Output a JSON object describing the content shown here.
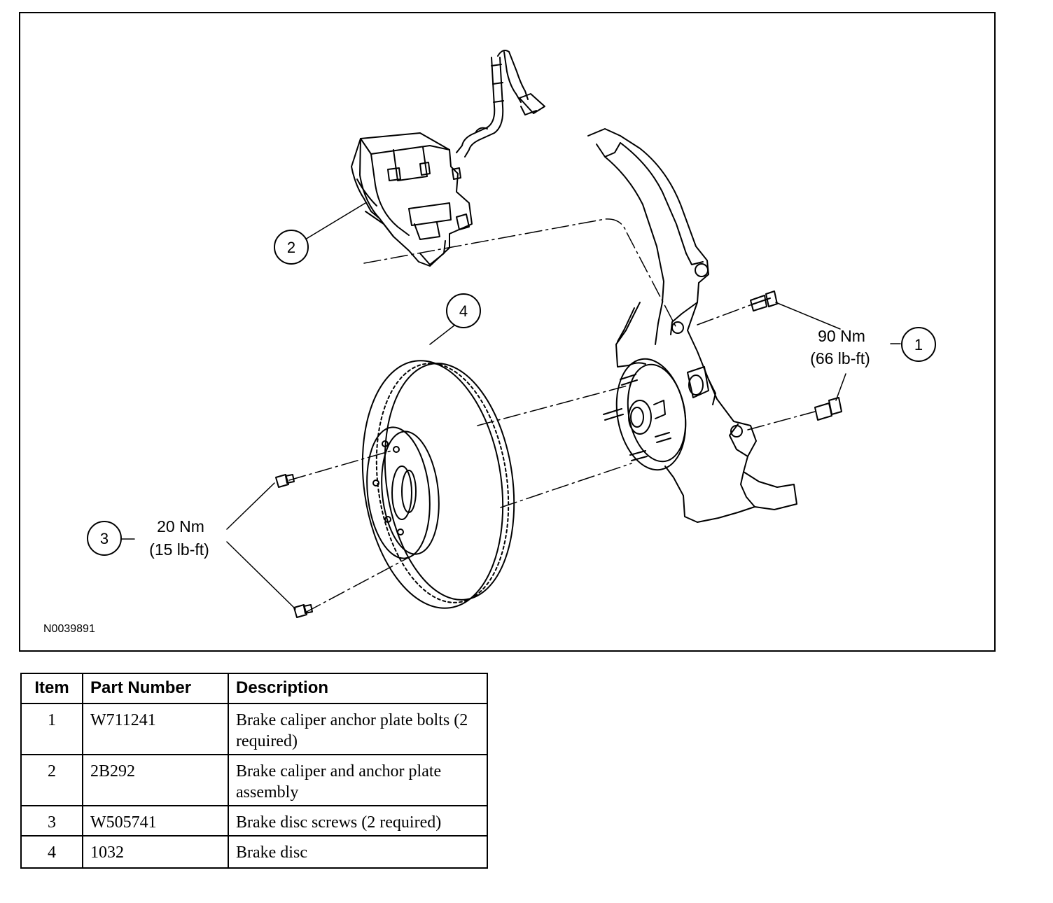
{
  "figure": {
    "id_label": "N0039891",
    "callouts": [
      {
        "item": "1",
        "torque_nm": "90 Nm",
        "torque_lbft": "(66 lb-ft)"
      },
      {
        "item": "2"
      },
      {
        "item": "3",
        "torque_nm": "20 Nm",
        "torque_lbft": "(15 lb-ft)"
      },
      {
        "item": "4"
      }
    ]
  },
  "table": {
    "headers": {
      "item": "Item",
      "part_number": "Part Number",
      "description": "Description"
    },
    "rows": [
      {
        "item": "1",
        "part_number": "W711241",
        "description": "Brake caliper anchor plate bolts (2 required)"
      },
      {
        "item": "2",
        "part_number": "2B292",
        "description": "Brake caliper and anchor plate assembly"
      },
      {
        "item": "3",
        "part_number": "W505741",
        "description": "Brake disc screws (2 required)"
      },
      {
        "item": "4",
        "part_number": "1032",
        "description": "Brake disc"
      }
    ]
  }
}
